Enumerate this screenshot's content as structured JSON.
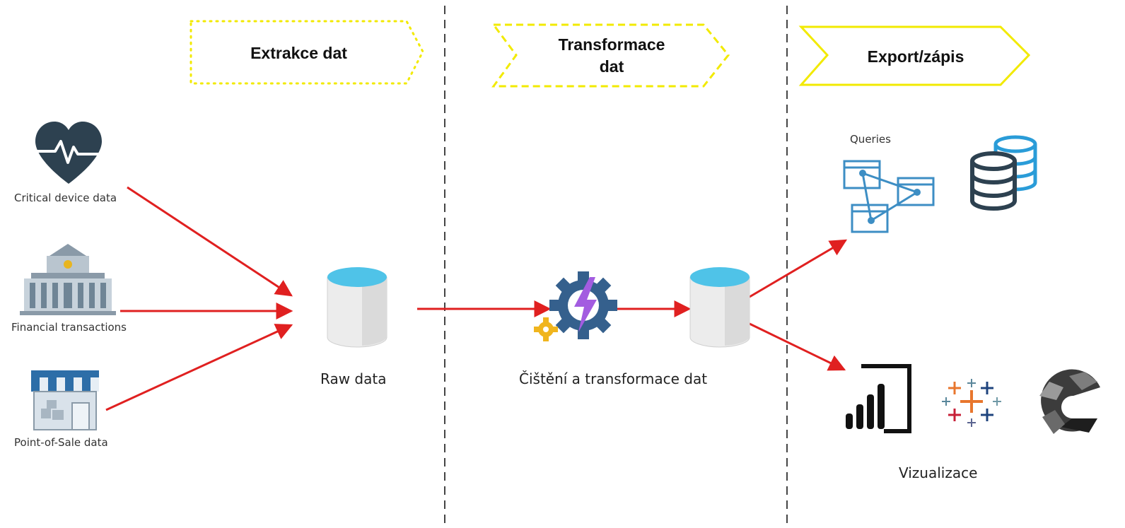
{
  "stages": {
    "extract": "Extrakce dat",
    "transform_line1": "Transformace",
    "transform_line2": "dat",
    "export": "Export/zápis"
  },
  "sources": [
    {
      "label": "Critical device data",
      "icon": "heart-pulse-icon"
    },
    {
      "label": "Financial transactions",
      "icon": "bank-building-icon"
    },
    {
      "label": "Point-of-Sale data",
      "icon": "store-front-icon"
    }
  ],
  "raw_data": {
    "label": "Raw data",
    "icon": "database-cylinder-icon"
  },
  "transform": {
    "label": "Čištění a transformace dat",
    "icon": "gear-lightning-icon"
  },
  "queries": {
    "label": "Queries",
    "icon": "query-diagram-icon"
  },
  "visualization": {
    "label": "Vizualizace",
    "icons": [
      "power-bi-icon",
      "tableau-icon",
      "grafana-like-icon"
    ]
  },
  "colors": {
    "arrow": "#e02020",
    "highlight": "#f2ea00",
    "cylinder_top": "#4fc3e8",
    "dark_icon": "#2d4150"
  }
}
